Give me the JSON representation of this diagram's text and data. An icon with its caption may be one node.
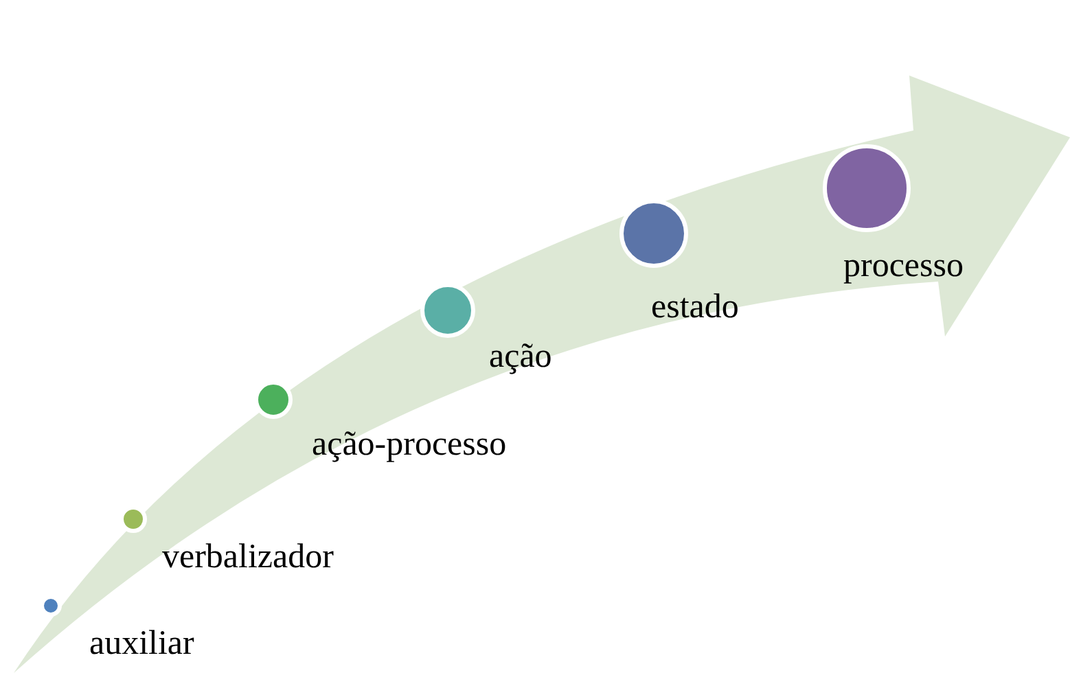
{
  "diagram": {
    "nodes": [
      {
        "text": [
          "auxiliar"
        ]
      },
      {
        "text": [
          "verbalizador"
        ]
      },
      {
        "text": [
          "ação-processo"
        ]
      },
      {
        "text": [
          "ação"
        ]
      },
      {
        "text": [
          "estado"
        ]
      },
      {
        "text": [
          "processo"
        ]
      }
    ],
    "edges": []
  }
}
